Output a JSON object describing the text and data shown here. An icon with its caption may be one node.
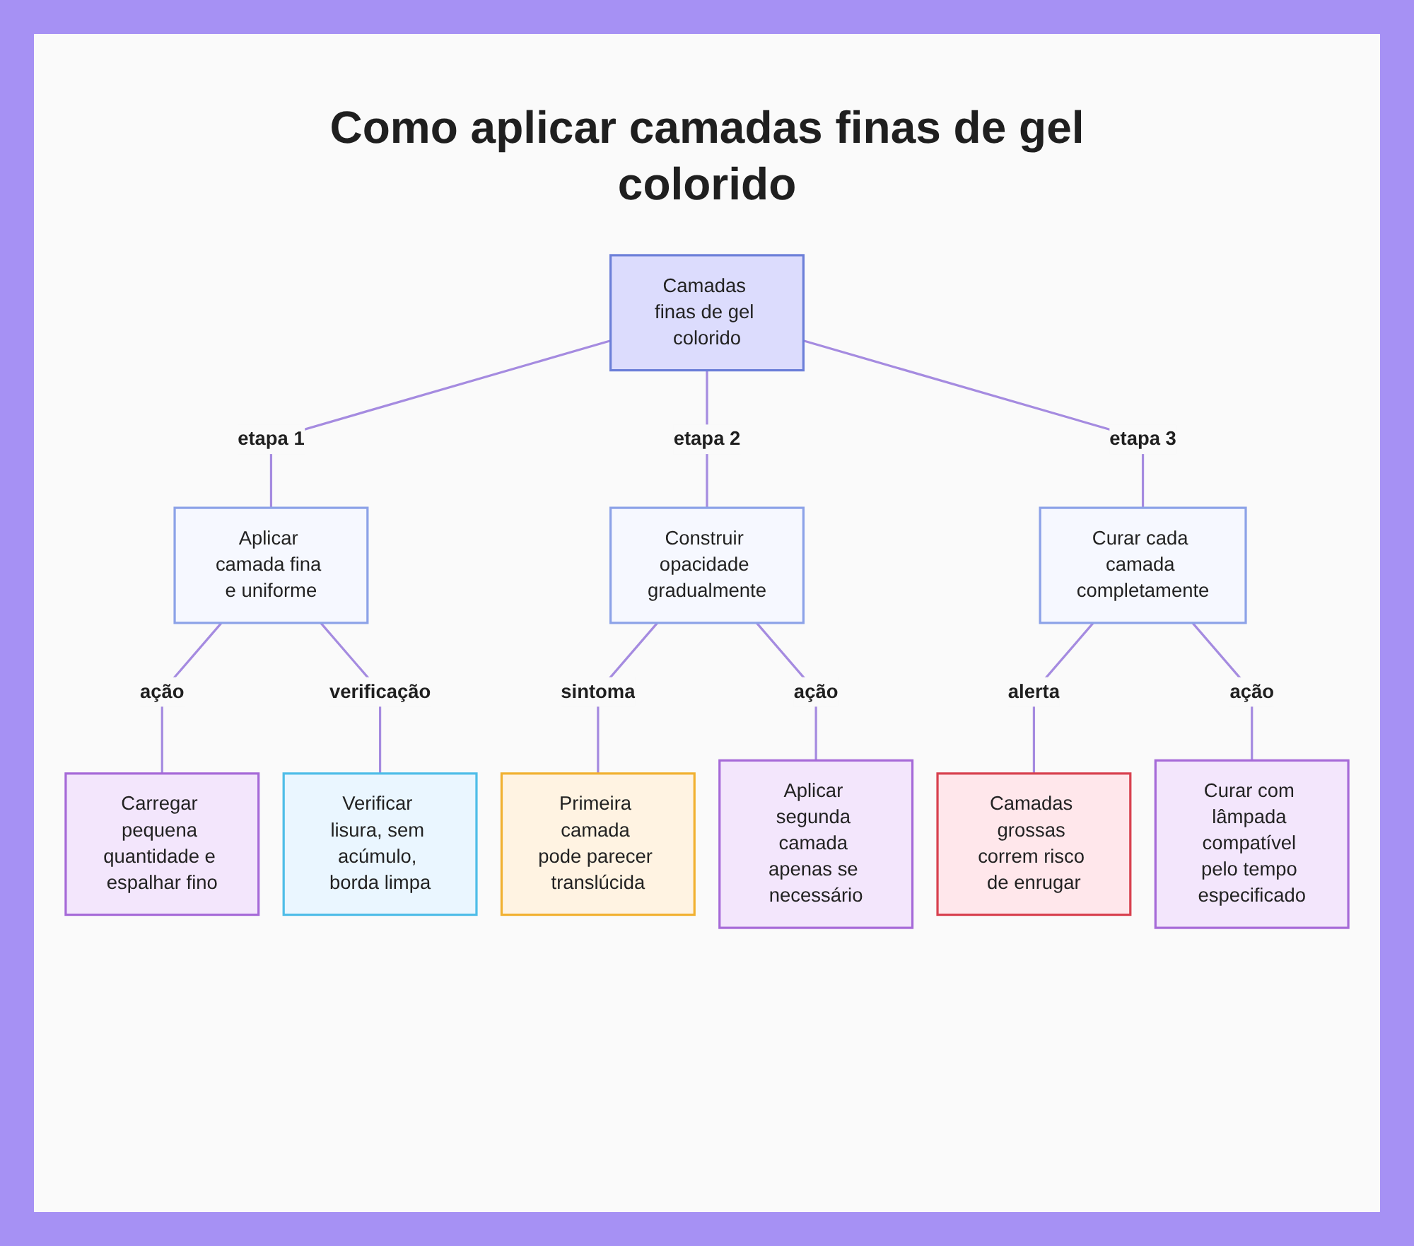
{
  "diagram": {
    "title": "Como aplicar camadas finas de gel colorido",
    "nodes": [
      {
        "text": [
          "Camadas finas de gel colorido"
        ]
      },
      {
        "text": [
          "Aplicar camada fina e uniforme"
        ]
      },
      {
        "text": [
          "Construir opacidade gradualmente"
        ]
      },
      {
        "text": [
          "Curar cada camada completamente"
        ]
      },
      {
        "text": [
          "Carregar pequena quantidade e espalhar fino"
        ]
      },
      {
        "text": [
          "Verificar lisura, sem acúmulo, borda limpa"
        ]
      },
      {
        "text": [
          "Primeira camada pode parecer translúcida"
        ]
      },
      {
        "text": [
          "Aplicar segunda camada apenas se necessário"
        ]
      },
      {
        "text": [
          "Camadas grossas correm risco de enrugar"
        ]
      },
      {
        "text": [
          "Curar com lâmpada compatível pelo tempo especificado"
        ]
      }
    ],
    "edges": [
      {
        "from": 0,
        "to": 1,
        "arrow": "none",
        "label": "etapa 1"
      },
      {
        "from": 0,
        "to": 2,
        "arrow": "none",
        "label": "etapa 2"
      },
      {
        "from": 0,
        "to": 3,
        "arrow": "none",
        "label": "etapa 3"
      },
      {
        "from": 1,
        "to": 4,
        "arrow": "none",
        "label": "ação"
      },
      {
        "from": 1,
        "to": 5,
        "arrow": "none",
        "label": "verificação"
      },
      {
        "from": 2,
        "to": 6,
        "arrow": "none",
        "label": "sintoma"
      },
      {
        "from": 2,
        "to": 7,
        "arrow": "none",
        "label": "ação"
      },
      {
        "from": 3,
        "to": 8,
        "arrow": "none",
        "label": "alerta"
      },
      {
        "from": 3,
        "to": 9,
        "arrow": "none",
        "label": "ação"
      }
    ]
  }
}
